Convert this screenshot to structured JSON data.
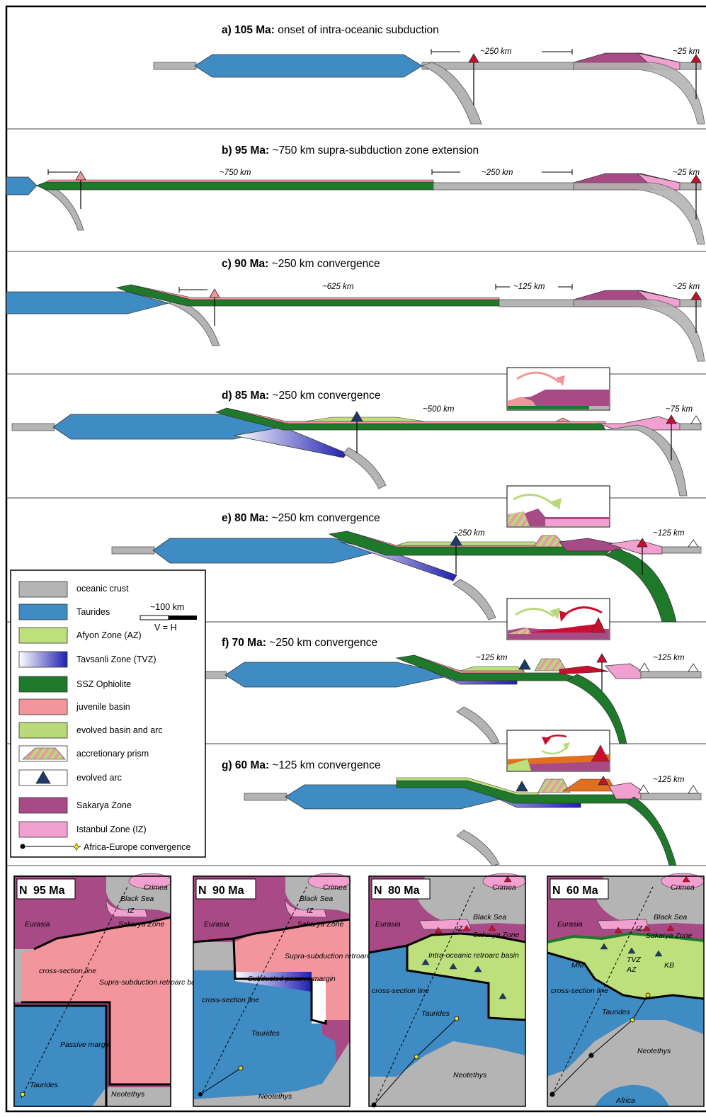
{
  "panels": [
    {
      "id": "a",
      "label": "a) 105 Ma:",
      "text": "onset of intra-oceanic subduction",
      "d1": "~250 km",
      "d2": "~25 km"
    },
    {
      "id": "b",
      "label": "b) 95 Ma:",
      "text": "~750 km supra-subduction zone extension",
      "d1": "~750 km",
      "d2": "~250 km",
      "d3": "~25 km"
    },
    {
      "id": "c",
      "label": "c) 90 Ma:",
      "text": "~250 km convergence",
      "d1": "~625 km",
      "d2": "~125 km",
      "d3": "~25 km"
    },
    {
      "id": "d",
      "label": "d) 85 Ma:",
      "text": "~250 km convergence",
      "d1": "~500 km",
      "d2": "~75 km"
    },
    {
      "id": "e",
      "label": "e) 80 Ma:",
      "text": "~250 km convergence",
      "d1": "~250 km",
      "d2": "~125 km"
    },
    {
      "id": "f",
      "label": "f) 70 Ma:",
      "text": "~250 km convergence",
      "d1": "~125 km",
      "d2": "~125 km"
    },
    {
      "id": "g",
      "label": "g) 60 Ma:",
      "text": "~125 km convergence",
      "d1": "~125 km"
    }
  ],
  "legend": {
    "items": [
      {
        "label": "oceanic crust",
        "color": "#b4b4b4"
      },
      {
        "label": "Taurides",
        "color": "#3f8cc4"
      },
      {
        "label": "Afyon Zone (AZ)",
        "color": "#bde07c"
      },
      {
        "label": "Tavsanli Zone (TVZ)",
        "color": "#1f1fb0"
      },
      {
        "label": "SSZ Ophiolite",
        "color": "#1e7a2a"
      },
      {
        "label": "juvenile basin",
        "color": "#f3959c"
      },
      {
        "label": "evolved basin and arc",
        "color": "#b9d97a"
      },
      {
        "label": "accretionary prism",
        "color": "#e89aa6"
      },
      {
        "label": "evolved arc",
        "color": "#1d3a6b"
      },
      {
        "label": "Sakarya Zone",
        "color": "#a84a86"
      },
      {
        "label": "Istanbul Zone (IZ)",
        "color": "#f1a0cf"
      },
      {
        "label": "Africa-Europe convergence",
        "color": "#000000"
      }
    ],
    "scale": "~100 km",
    "scale_ratio": "V = H"
  },
  "maps": [
    {
      "id": "m95",
      "age": "95 Ma",
      "north": "N",
      "labels": {
        "crimea": "Crimea",
        "blacksea": "Black Sea",
        "iz": "IZ",
        "eurasia": "Eurasia",
        "sakarya": "Sakarya Zone",
        "xsec": "cross-section line",
        "basin": "Supra-subduction retroarc basin",
        "passive": "Passive margin",
        "taurides": "Taurides",
        "neotethys": "Neotethys"
      }
    },
    {
      "id": "m90",
      "age": "90 Ma",
      "north": "N",
      "labels": {
        "crimea": "Crimea",
        "blacksea": "Black Sea",
        "iz": "IZ",
        "eurasia": "Eurasia",
        "sakarya": "Sakarya Zone",
        "basin": "Supra-subduction retroarc basin",
        "subducted": "Subducted passive margin",
        "xsec": "cross-section line",
        "taurides": "Taurides",
        "neotethys": "Neotethys"
      }
    },
    {
      "id": "m80",
      "age": "80 Ma",
      "north": "N",
      "labels": {
        "crimea": "Crimea",
        "blacksea": "Black Sea",
        "iz": "IZ",
        "eurasia": "Eurasia",
        "sakarya": "Sakarya Zone",
        "basin": "Intra-oceanic retroarc basin",
        "xsec": "cross-section line",
        "taurides": "Taurides",
        "neotethys": "Neotethys"
      }
    },
    {
      "id": "m60",
      "age": "60 Ma",
      "north": "N",
      "labels": {
        "crimea": "Crimea",
        "blacksea": "Black Sea",
        "iz": "IZ",
        "eurasia": "Eurasia",
        "sakarya": "Sakarya Zone",
        "mm": "MM",
        "tvz": "TVZ",
        "az": "AZ",
        "kb": "KB",
        "xsec": "cross-section line",
        "taurides": "Taurides",
        "neotethys": "Neotethys",
        "africa": "Africa"
      }
    }
  ]
}
